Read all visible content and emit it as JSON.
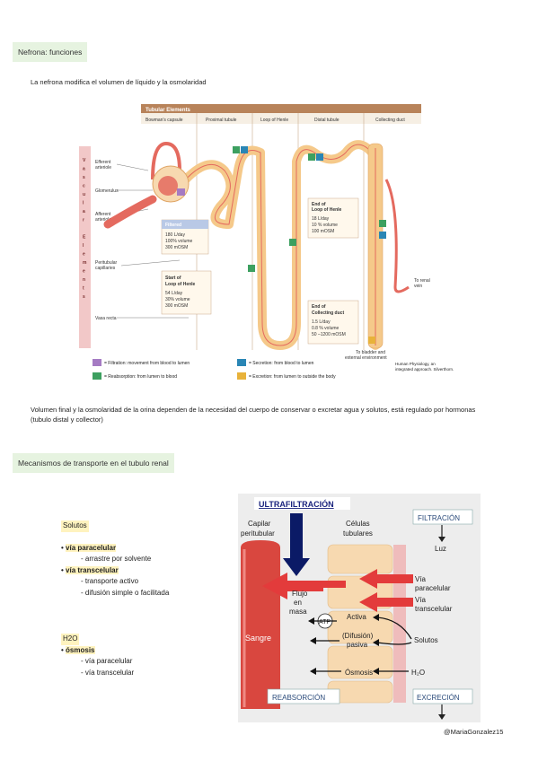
{
  "section1": {
    "heading": "Nefrona: funciones",
    "intro": "La nefrona modifica el volumen de líquido y la osmolaridad",
    "note": "Volumen final y la osmolaridad de la orina dependen de la necesidad del cuerpo de conservar o excretar agua y solutos, está regulado por hormonas (tubulo distal y collector)"
  },
  "nephron": {
    "header": "Tubular Elements",
    "columns": [
      "Bowman's capsule",
      "Proximal tubule",
      "Loop of Henle",
      "Distal tubule",
      "Collecting duct"
    ],
    "vascular_letters": [
      "V",
      "a",
      "s",
      "c",
      "u",
      "l",
      "a",
      "r",
      "",
      "E",
      "l",
      "e",
      "m",
      "e",
      "n",
      "t",
      "s"
    ],
    "left_labels": [
      "Efferent arteriole",
      "Glomerulus",
      "Afferent arteriole",
      "Peritubular capillaries",
      "Vasa recta"
    ],
    "filtered": {
      "title": "Filtered",
      "lines": [
        "180 L/day",
        "100% volume",
        "300 mOSM"
      ]
    },
    "start_loop": {
      "title": "Start of Loop of Henle",
      "lines": [
        "54 L/day",
        "30% volume",
        "300 mOSM"
      ]
    },
    "end_loop": {
      "title": "End of Loop of Henle",
      "lines": [
        "18 L/day",
        "10 % volume",
        "100 mOSM"
      ]
    },
    "end_duct": {
      "title": "End of Collecting duct",
      "lines": [
        "1.5 L/day",
        "0.8 % volume",
        "50 –1200 mOSM"
      ]
    },
    "renal_vein": "To renal vein",
    "bladder": "To bladder and external environment",
    "legend": {
      "filtration": "= Filtration: movement from blood to lumen",
      "reabsorption": "= Reabsorption: from lumen to blood",
      "secretion": "= Secretion: from blood to lumen",
      "excretion": "= Excretion: from lumen to outside the body"
    },
    "credit": "Human Physiology, an integrated approach. Silverthorn.",
    "colors": {
      "tube": "#f5c98a",
      "blood": "#e46a5f",
      "filtration": "#a57bc3",
      "reabsorption": "#3da060",
      "secretion": "#2a86b5",
      "excretion": "#e8b23a"
    }
  },
  "section2": {
    "heading": "Mecanismos de transporte en el tubulo renal",
    "solutos_title": "Solutos",
    "solutos": [
      {
        "text": "vía paracelular",
        "bullet": true
      },
      {
        "text": "- arrastre por solvente",
        "bullet": false
      },
      {
        "text": "vía transcelular",
        "bullet": true
      },
      {
        "text": "- transporte activo",
        "bullet": false
      },
      {
        "text": "- difusión simple o facilitada",
        "bullet": false
      }
    ],
    "h2o_title": "H2O",
    "h2o": [
      {
        "text": "ósmosis",
        "bullet": true
      },
      {
        "text": "- vía paracelular",
        "bullet": false
      },
      {
        "text": "- vía transcelular",
        "bullet": false
      }
    ]
  },
  "transport": {
    "ultra": "ULTRAFILTRACIÓN",
    "capilar": "Capilar peritubular",
    "celulas": "Células tubulares",
    "filtracion": "FILTRACIÓN",
    "luz": "Luz",
    "via_para": "Vía paracelular",
    "via_trans": "Vía transcelular",
    "flujo": "Flujo en masa",
    "atp": "ATP",
    "activa": "Activa",
    "difusion": "(Difusión) pasiva",
    "solutos": "Solutos",
    "osmosis": "Ósmosis",
    "h2o": "H₂O",
    "sangre": "Sangre",
    "reabsorcion": "REABSORCIÓN",
    "excrecion": "EXCRECIÓN"
  },
  "signature": "@MariaGonzalez15"
}
